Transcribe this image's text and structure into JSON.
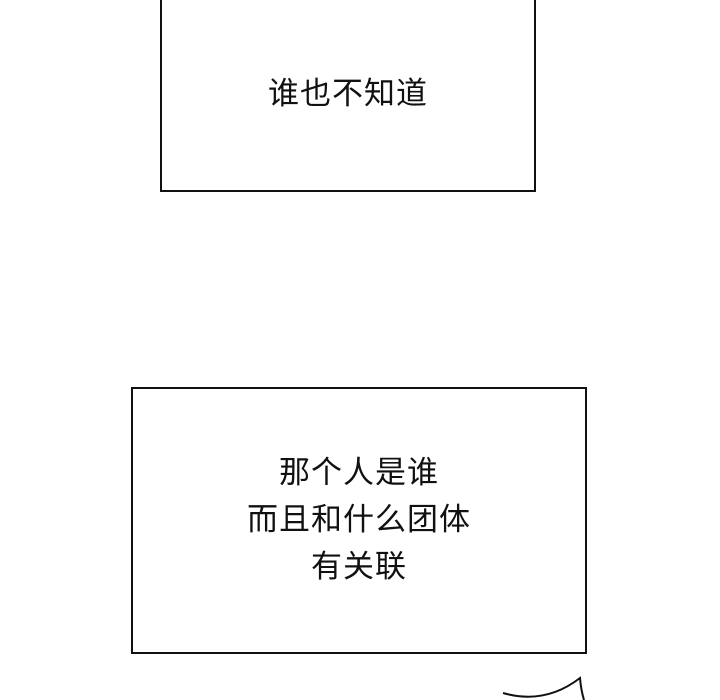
{
  "panels": [
    {
      "lines": [
        "谁也不知道"
      ]
    },
    {
      "lines": [
        "那个人是谁",
        "而且和什么团体",
        "有关联"
      ]
    }
  ]
}
